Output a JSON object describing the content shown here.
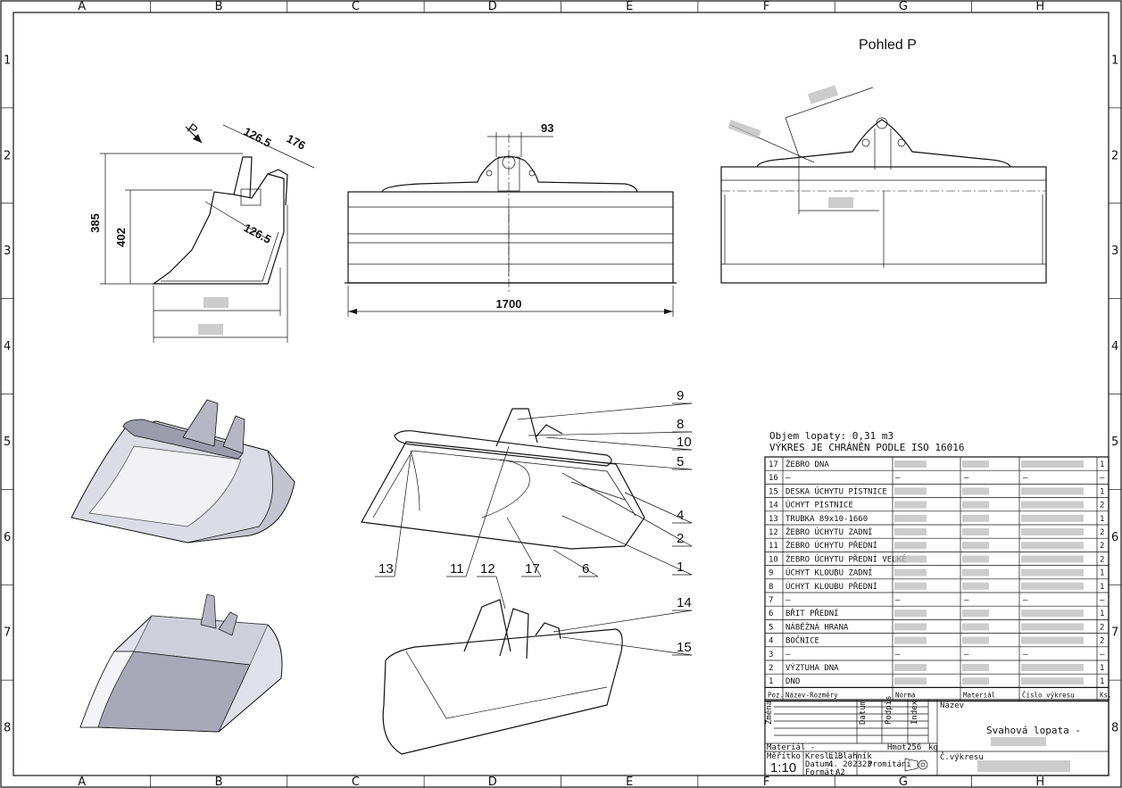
{
  "view_title": "Pohled P",
  "section_marker": "P",
  "zones": {
    "columns": [
      "A",
      "B",
      "C",
      "D",
      "E",
      "F",
      "G",
      "H"
    ],
    "rows": [
      "1",
      "2",
      "3",
      "4",
      "5",
      "6",
      "7",
      "8"
    ]
  },
  "dimensions": {
    "width": "1700",
    "top_gap": "93",
    "height_total": "385",
    "height_mid": "402",
    "dim_a": "126.5",
    "dim_b": "176",
    "dim_c": "126.5"
  },
  "notes": {
    "volume": "Objem lopaty: 0,31 m3",
    "protection": "VÝKRES JE CHRÁNĚN PODLE ISO 16016"
  },
  "callouts": [
    "9",
    "8",
    "10",
    "5",
    "4",
    "2",
    "1",
    "6",
    "17",
    "11",
    "13",
    "12",
    "14",
    "15"
  ],
  "bom": {
    "headers": [
      "Poz.",
      "Název-Rozměry",
      "Norma",
      "Materiál",
      "Číslo výkresu",
      "Ks."
    ],
    "rows": [
      {
        "pos": "17",
        "name": "ŽEBRO DNA",
        "qty": "1"
      },
      {
        "pos": "16",
        "name": "–",
        "qty": "–"
      },
      {
        "pos": "15",
        "name": "DESKA ÚCHYTU PÍSTNICE",
        "qty": "1"
      },
      {
        "pos": "14",
        "name": "ÚCHYT PÍSTNICE",
        "qty": "2"
      },
      {
        "pos": "13",
        "name": "TRUBKA 89x10-1660",
        "qty": "1"
      },
      {
        "pos": "12",
        "name": "ŽEBRO ÚCHYTU ZADNÍ",
        "qty": "2"
      },
      {
        "pos": "11",
        "name": "ŽEBRO ÚCHYTU PŘEDNÍ",
        "qty": "2"
      },
      {
        "pos": "10",
        "name": "ŽEBRO ÚCHYTU PŘEDNÍ VELKÉ",
        "qty": "2"
      },
      {
        "pos": "9",
        "name": "ÚCHYT KLOUBU ZADNÍ",
        "qty": "1"
      },
      {
        "pos": "8",
        "name": "ÚCHYT KLOUBU PŘEDNÍ",
        "qty": "1"
      },
      {
        "pos": "7",
        "name": "–",
        "qty": "–"
      },
      {
        "pos": "6",
        "name": "BŘIT PŘEDNÍ",
        "qty": "1"
      },
      {
        "pos": "5",
        "name": "NÁBĚŽNÁ HRANA",
        "qty": "2"
      },
      {
        "pos": "4",
        "name": "BOČNICE",
        "qty": "2"
      },
      {
        "pos": "3",
        "name": "–",
        "qty": "–"
      },
      {
        "pos": "2",
        "name": "VÝZTUHA DNA",
        "qty": "1"
      },
      {
        "pos": "1",
        "name": "DNO",
        "qty": "1"
      }
    ]
  },
  "title_block": {
    "zmena": "Změna",
    "datum": "Datum",
    "podpis": "Podpis",
    "index": "Index",
    "nazev_label": "Název",
    "name": "Svahová lopata -",
    "material": "Materiál -",
    "mass_label": "Hmot.",
    "mass": "256",
    "mass_unit": "kg",
    "scale_label": "Měřítko",
    "scale": "1:10",
    "drew_label": "Kreslil:",
    "drew": "L.Blahník",
    "date_label": "Datum:",
    "date": "4. 202323",
    "format_label": "Formát:",
    "format": "A2",
    "projection": "Promítání",
    "drawing_no_label": "Č.výkresu"
  }
}
